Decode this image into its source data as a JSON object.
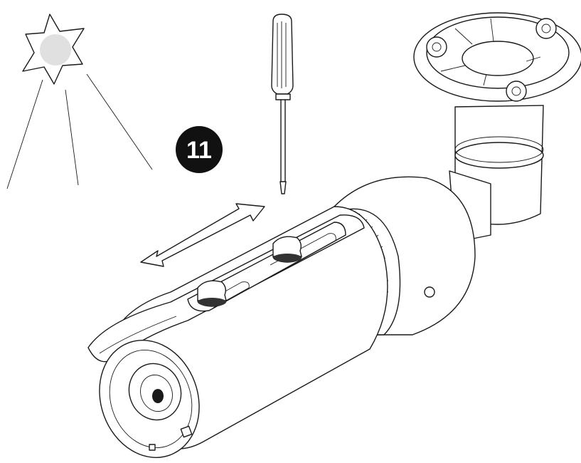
{
  "step_badge": {
    "number": "11"
  },
  "colors": {
    "ink": "#1a1a1a",
    "paper": "#ffffff",
    "sun_glow": "#e0e0e0"
  },
  "icons": [
    "sun-icon",
    "screwdriver-icon",
    "double-arrow-icon",
    "camera-illustration",
    "mount-bracket-illustration"
  ]
}
